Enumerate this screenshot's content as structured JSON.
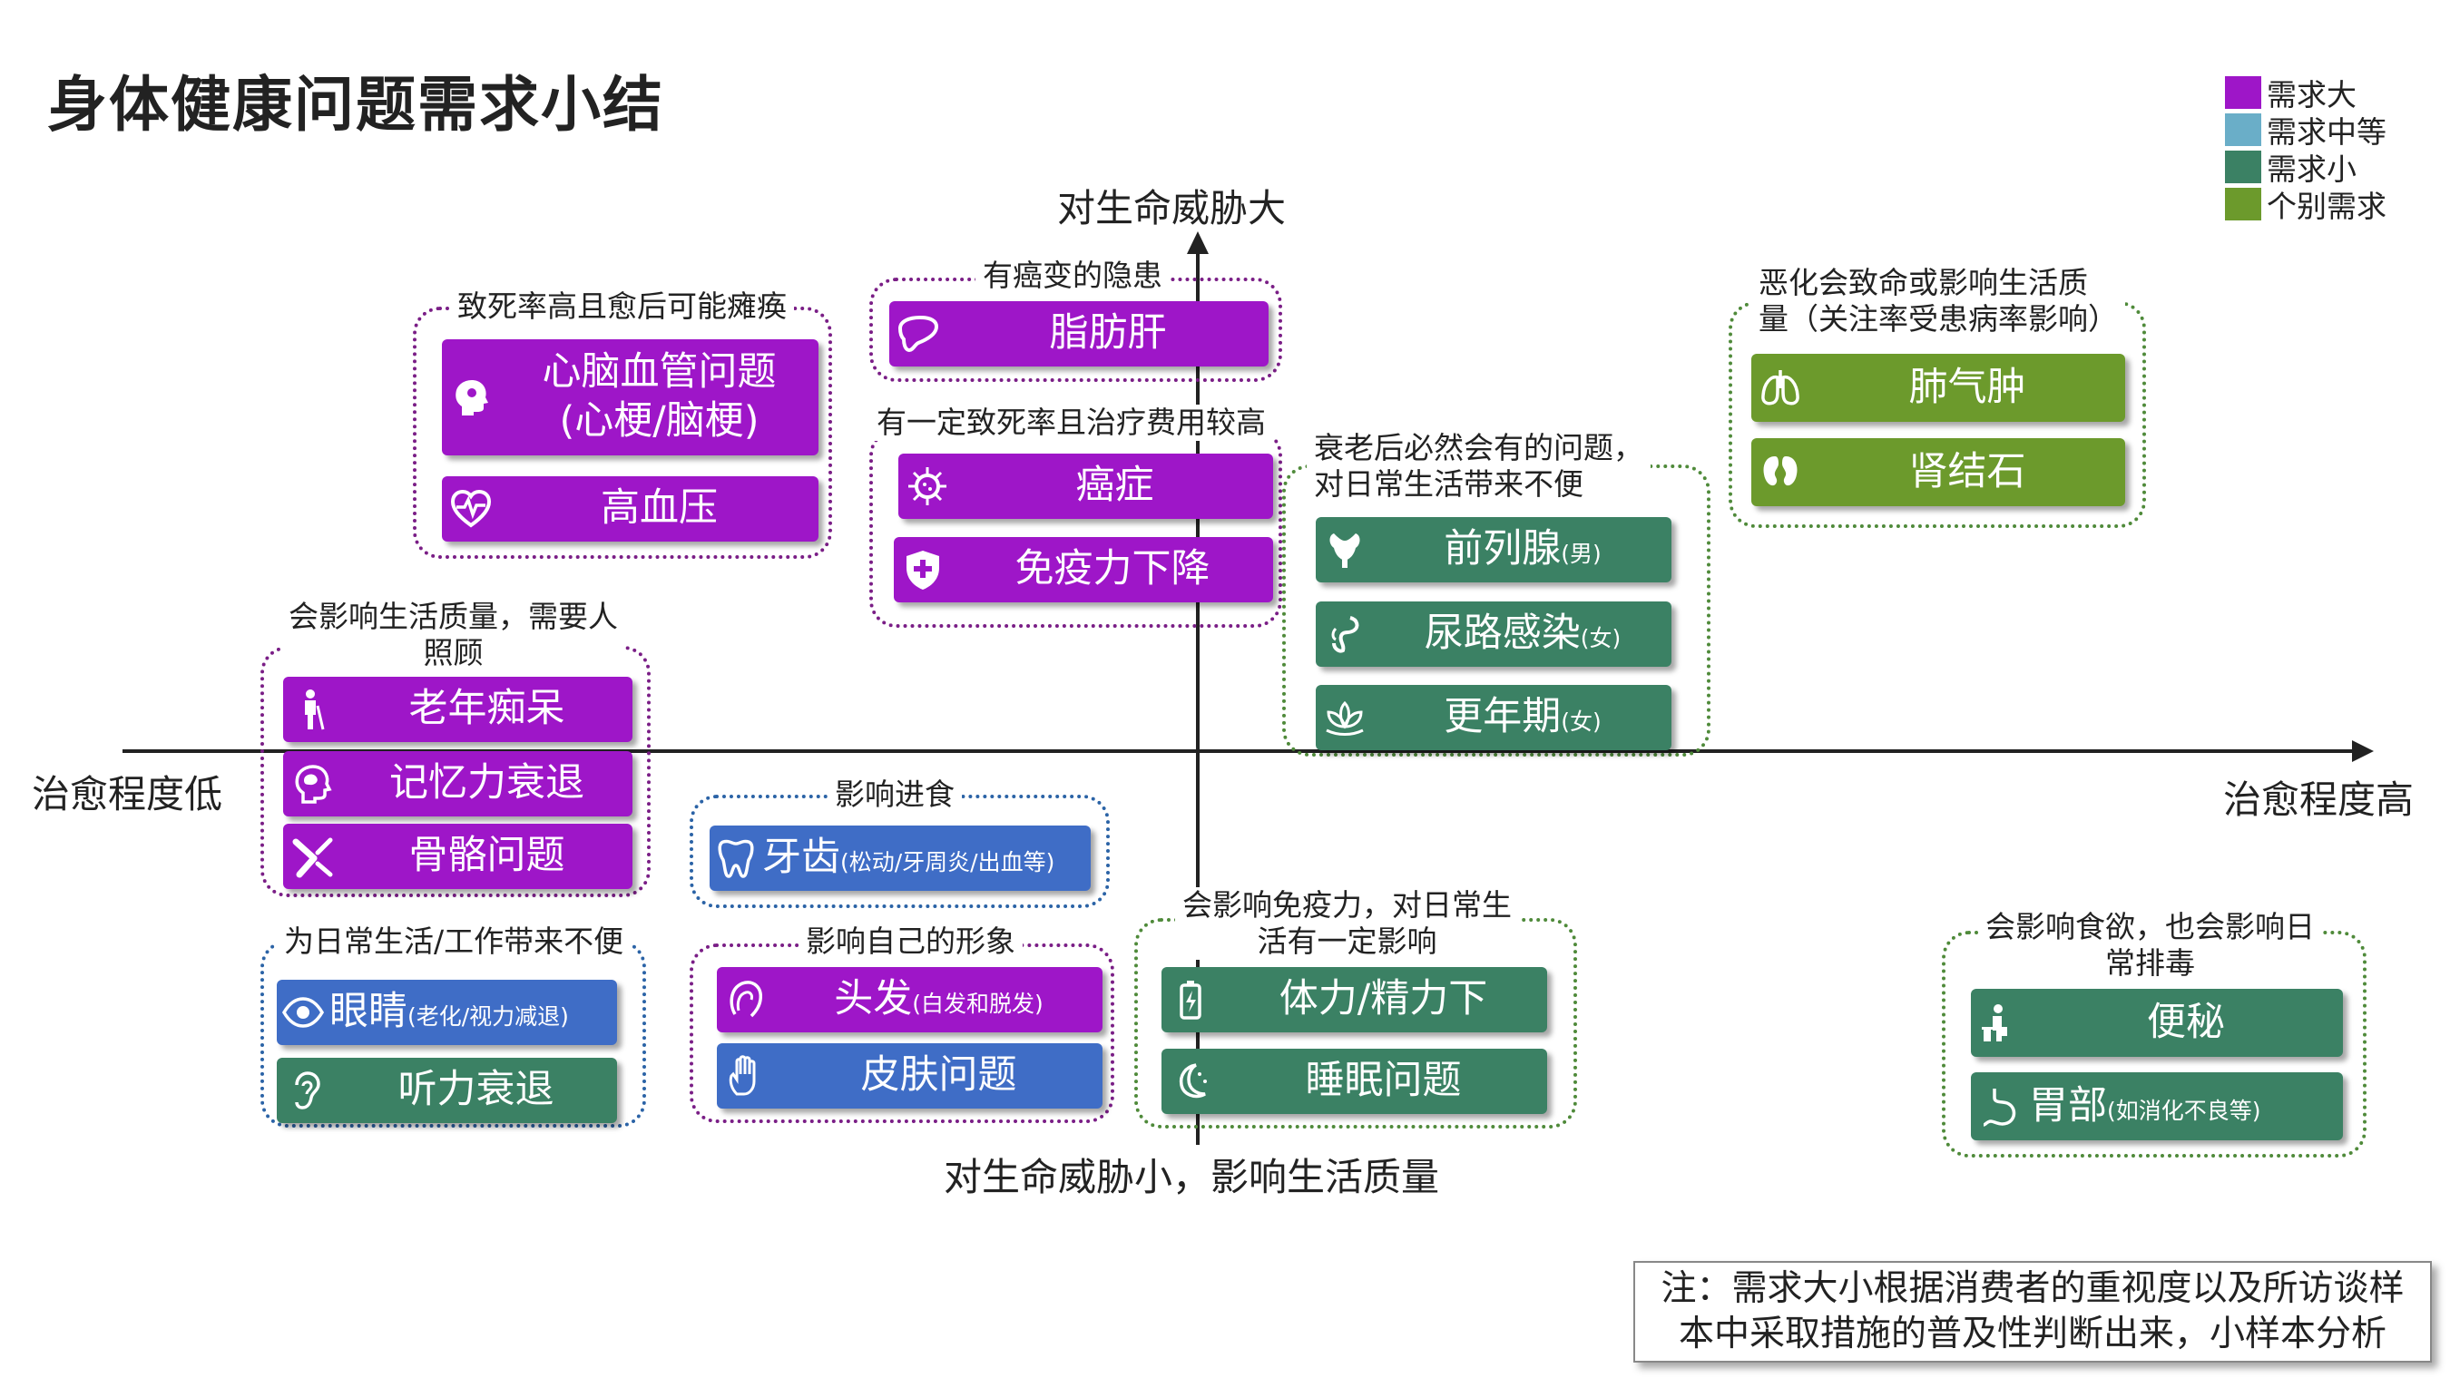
{
  "title": "身体健康问题需求小结",
  "axes": {
    "top": "对生命威胁大",
    "bottom": "对生命威胁小，影响生活质量",
    "left": "治愈程度低",
    "right": "治愈程度高"
  },
  "legend": [
    {
      "label": "需求大",
      "color": "#9e16c8"
    },
    {
      "label": "需求中等",
      "color": "#6aaec8"
    },
    {
      "label": "需求小",
      "color": "#3b8164"
    },
    {
      "label": "个别需求",
      "color": "#6c9a2c"
    }
  ],
  "groups": {
    "cardio": {
      "label": "致死率高且愈后可能瘫痪",
      "items": [
        {
          "name": "心脑血管问题",
          "detail": "(心梗/脑梗)",
          "icon": "head-icon",
          "level": "需求大"
        },
        {
          "name": "高血压",
          "icon": "heart-pulse-icon",
          "level": "需求大"
        }
      ]
    },
    "liver": {
      "label": "有癌变的隐患",
      "items": [
        {
          "name": "脂肪肝",
          "icon": "liver-icon",
          "level": "需求大"
        }
      ]
    },
    "cancer": {
      "label": "有一定致死率且治疗费用较高",
      "items": [
        {
          "name": "癌症",
          "icon": "virus-icon",
          "level": "需求大"
        },
        {
          "name": "免疫力下降",
          "icon": "shield-cross-icon",
          "level": "需求大"
        }
      ]
    },
    "aging": {
      "label_line1": "衰老后必然会有的问题，",
      "label_line2": "对日常生活带来不便",
      "items": [
        {
          "name": "前列腺",
          "sub": "(男)",
          "icon": "prostate-icon",
          "level": "需求小"
        },
        {
          "name": "尿路感染",
          "sub": "(女)",
          "icon": "urinary-icon",
          "level": "需求小"
        },
        {
          "name": "更年期",
          "sub": "(女)",
          "icon": "lotus-icon",
          "level": "需求小"
        }
      ]
    },
    "lung": {
      "label_line1": "恶化会致命或影响生活质",
      "label_line2": "量（关注率受患病率影响）",
      "items": [
        {
          "name": "肺气肿",
          "icon": "lungs-icon",
          "level": "个别需求"
        },
        {
          "name": "肾结石",
          "icon": "kidney-icon",
          "level": "个别需求"
        }
      ]
    },
    "care": {
      "label_line1": "会影响生活质量，需要人",
      "label_line2": "照顾",
      "items": [
        {
          "name": "老年痴呆",
          "icon": "elder-icon",
          "level": "需求大"
        },
        {
          "name": "记忆力衰退",
          "icon": "brain-head-icon",
          "level": "需求大"
        },
        {
          "name": "骨骼问题",
          "icon": "bone-joint-icon",
          "level": "需求大"
        }
      ]
    },
    "eating": {
      "label": "影响进食",
      "items": [
        {
          "name": "牙齿",
          "sub": "(松动/牙周炎/出血等)",
          "icon": "tooth-icon",
          "level": "需求中等"
        }
      ]
    },
    "senses": {
      "label": "为日常生活/工作带来不便",
      "items": [
        {
          "name": "眼睛",
          "sub": "(老化/视力减退)",
          "icon": "eye-icon",
          "level": "需求中等"
        },
        {
          "name": "听力衰退",
          "icon": "ear-icon",
          "level": "需求小"
        }
      ]
    },
    "image": {
      "label": "影响自己的形象",
      "items": [
        {
          "name": "头发",
          "sub": "(白发和脱发)",
          "icon": "hair-icon",
          "level": "需求大"
        },
        {
          "name": "皮肤问题",
          "icon": "hand-icon",
          "level": "需求中等"
        }
      ]
    },
    "immunity": {
      "label_line1": "会影响免疫力，对日常生",
      "label_line2": "活有一定影响",
      "items": [
        {
          "name": "体力/精力下",
          "icon": "battery-icon",
          "level": "需求小"
        },
        {
          "name": "睡眠问题",
          "icon": "moon-icon",
          "level": "需求小"
        }
      ]
    },
    "digest": {
      "label_line1": "会影响食欲，也会影响日",
      "label_line2": "常排毒",
      "items": [
        {
          "name": "便秘",
          "icon": "toilet-icon",
          "level": "需求小"
        },
        {
          "name": "胃部",
          "sub": "(如消化不良等)",
          "icon": "stomach-icon",
          "level": "需求小"
        }
      ]
    }
  },
  "note": {
    "line1": "注：需求大小根据消费者的重视度以及所访谈样",
    "line2": "本中采取措施的普及性判断出来，小样本分析"
  }
}
